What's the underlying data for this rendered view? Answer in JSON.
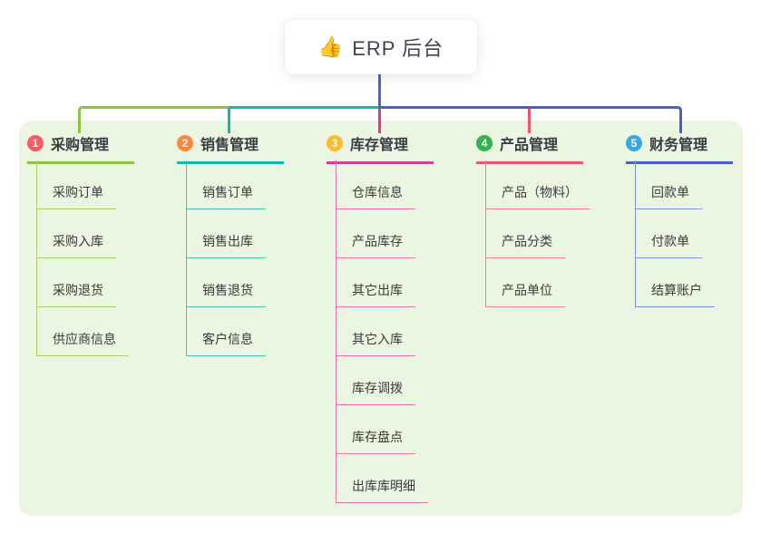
{
  "root_node": {
    "icon_emoji": "👍",
    "label": "ERP 后台"
  },
  "canvas": {
    "background": "#ffffff",
    "panel_background": "#eaf5e2",
    "root_connector_color": "#5560c6"
  },
  "branches": [
    {
      "badge": "1",
      "label": "采购管理",
      "badge_color": "#f75c63",
      "line_color": "#8bc440",
      "child_line_color": "#a3d168",
      "children": [
        "采购订单",
        "采购入库",
        "采购退货",
        "供应商信息"
      ]
    },
    {
      "badge": "2",
      "label": "销售管理",
      "badge_color": "#f98840",
      "line_color": "#14b8ab",
      "child_line_color": "#45c2b6",
      "children": [
        "销售订单",
        "销售出库",
        "销售退货",
        "客户信息"
      ]
    },
    {
      "badge": "3",
      "label": "库存管理",
      "badge_color": "#fcba2d",
      "line_color": "#e23a92",
      "child_line_color": "#ec6fae",
      "children": [
        "仓库信息",
        "产品库存",
        "其它出库",
        "其它入库",
        "库存调拨",
        "库存盘点",
        "出库库明细"
      ]
    },
    {
      "badge": "4",
      "label": "产品管理",
      "badge_color": "#33b34e",
      "line_color": "#f35270",
      "child_line_color": "#f6808f",
      "children": [
        "产品（物料）",
        "产品分类",
        "产品单位"
      ]
    },
    {
      "badge": "5",
      "label": "财务管理",
      "badge_color": "#38a9e0",
      "line_color": "#4a61c8",
      "child_line_color": "#7b93d8",
      "children": [
        "回款单",
        "付款单",
        "结算账户"
      ]
    }
  ]
}
